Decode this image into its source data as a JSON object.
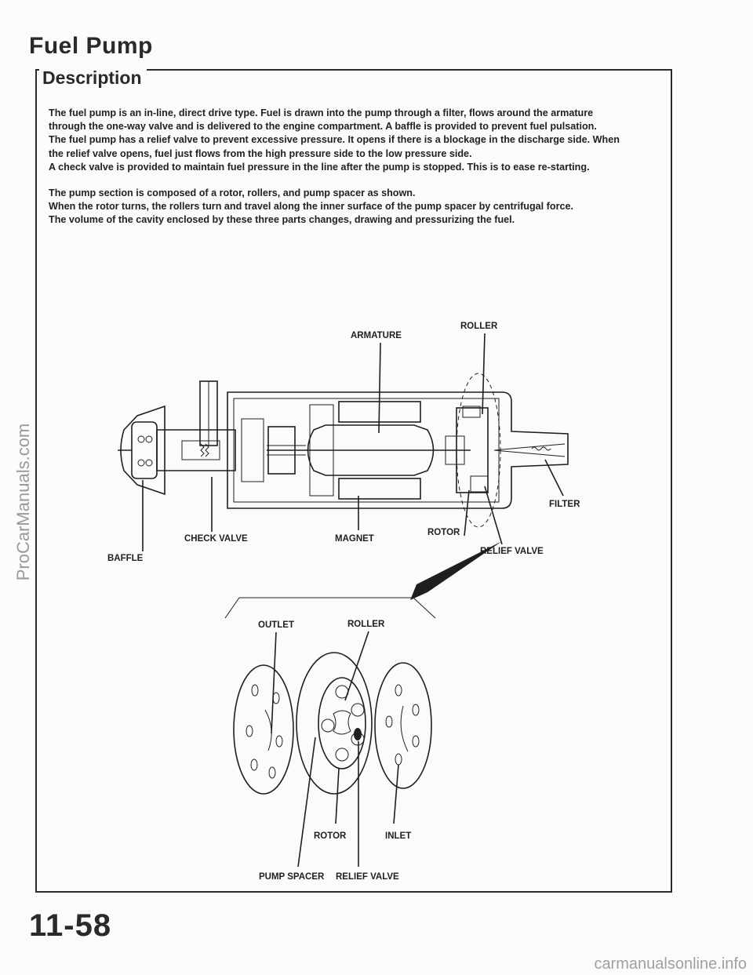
{
  "page": {
    "title": "Fuel Pump",
    "section": "Description",
    "page_number": "11-58"
  },
  "description": {
    "paragraph1": [
      "The fuel pump is an in-line, direct drive type. Fuel is drawn into the pump through a filter, flows around the armature",
      "through the one-way valve and is delivered to the engine compartment. A baffle is provided to prevent fuel pulsation.",
      "The fuel pump has a relief valve to prevent excessive pressure. It opens if there is a blockage in the discharge side. When",
      "the relief valve opens, fuel just flows from the high pressure side to the low pressure side.",
      "A check valve is provided to maintain fuel pressure in the line after the pump is stopped. This is to ease re-starting."
    ],
    "paragraph2": [
      "The pump section is composed of a rotor, rollers, and pump spacer as shown.",
      "When the rotor turns, the rollers turn and travel along the inner surface of the pump spacer by centrifugal force.",
      "The volume of the cavity enclosed by these three parts changes, drawing and pressurizing the fuel."
    ]
  },
  "diagram": {
    "labels": {
      "armature": "ARMATURE",
      "roller_top": "ROLLER",
      "filter": "FILTER",
      "check_valve": "CHECK VALVE",
      "magnet": "MAGNET",
      "rotor_top": "ROTOR",
      "relief_valve_top": "RELIEF VALVE",
      "baffle": "BAFFLE",
      "outlet": "OUTLET",
      "roller_bottom": "ROLLER",
      "rotor_bottom": "ROTOR",
      "inlet": "INLET",
      "pump_spacer": "PUMP SPACER",
      "relief_valve_bottom": "RELIEF VALVE"
    }
  },
  "watermarks": {
    "side": "ProCarManuals.com",
    "bottom": "carmanualsonline.info"
  }
}
